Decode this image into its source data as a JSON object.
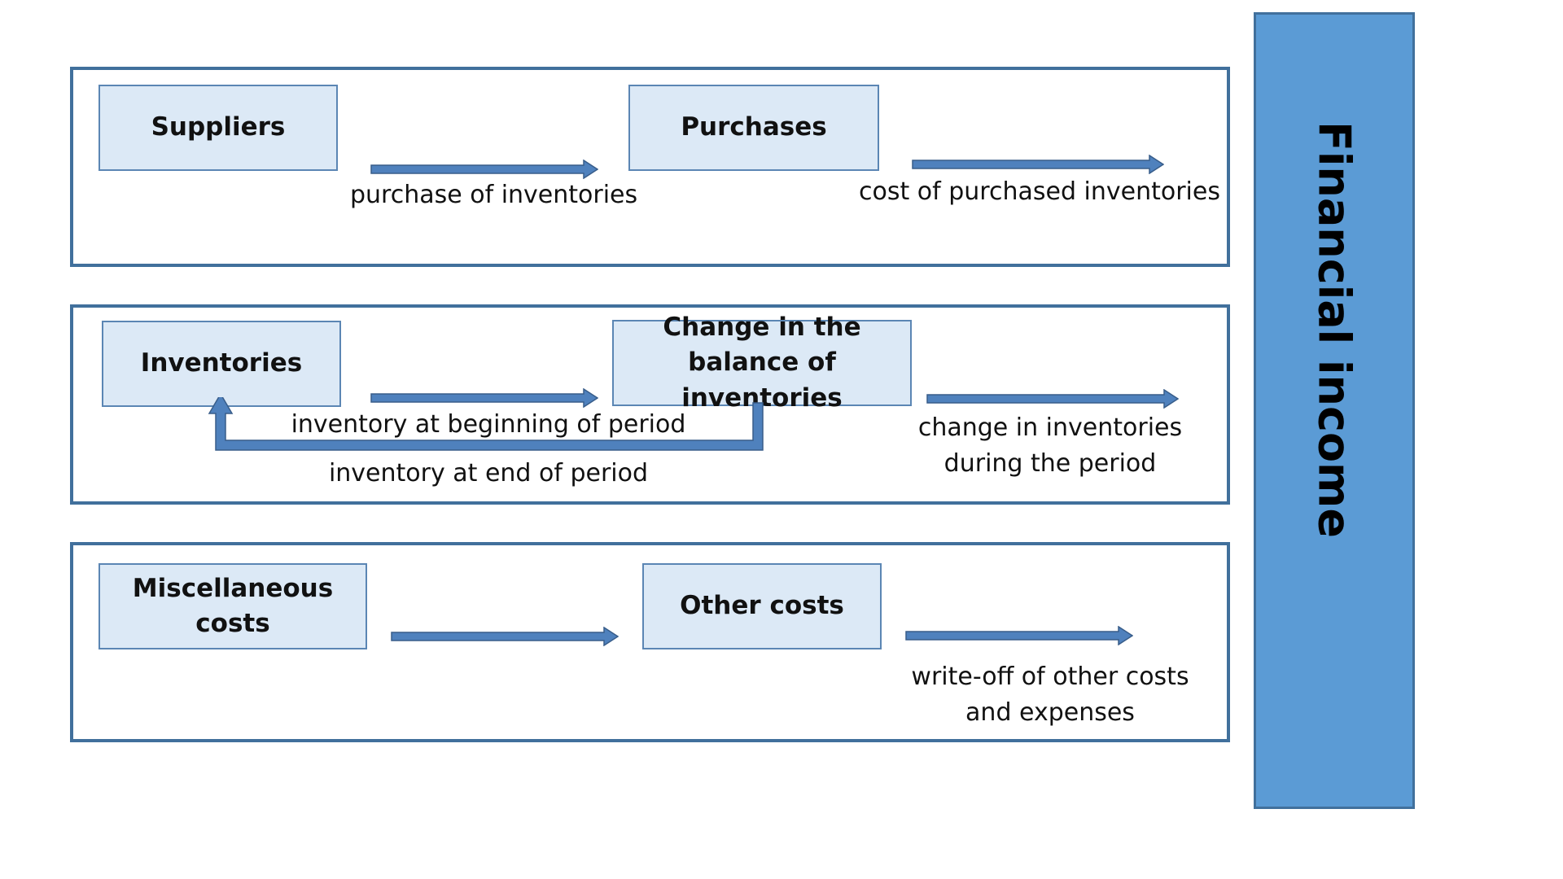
{
  "sidebar": {
    "title": "Financial income"
  },
  "rows": [
    {
      "source": "Suppliers",
      "middle": "Purchases",
      "label1": "purchase of inventories",
      "label2": "cost of purchased inventories"
    },
    {
      "source": "Inventories",
      "middle": "Change in the balance of inventories",
      "label1": "inventory at beginning of period",
      "label_loop": "inventory at end of period",
      "label2_line1": "change in inventories",
      "label2_line2": "during the period"
    },
    {
      "source": "Miscellaneous costs",
      "middle": "Other costs",
      "label1": "",
      "label2_line1": "write-off of other costs",
      "label2_line2": "and expenses"
    }
  ]
}
